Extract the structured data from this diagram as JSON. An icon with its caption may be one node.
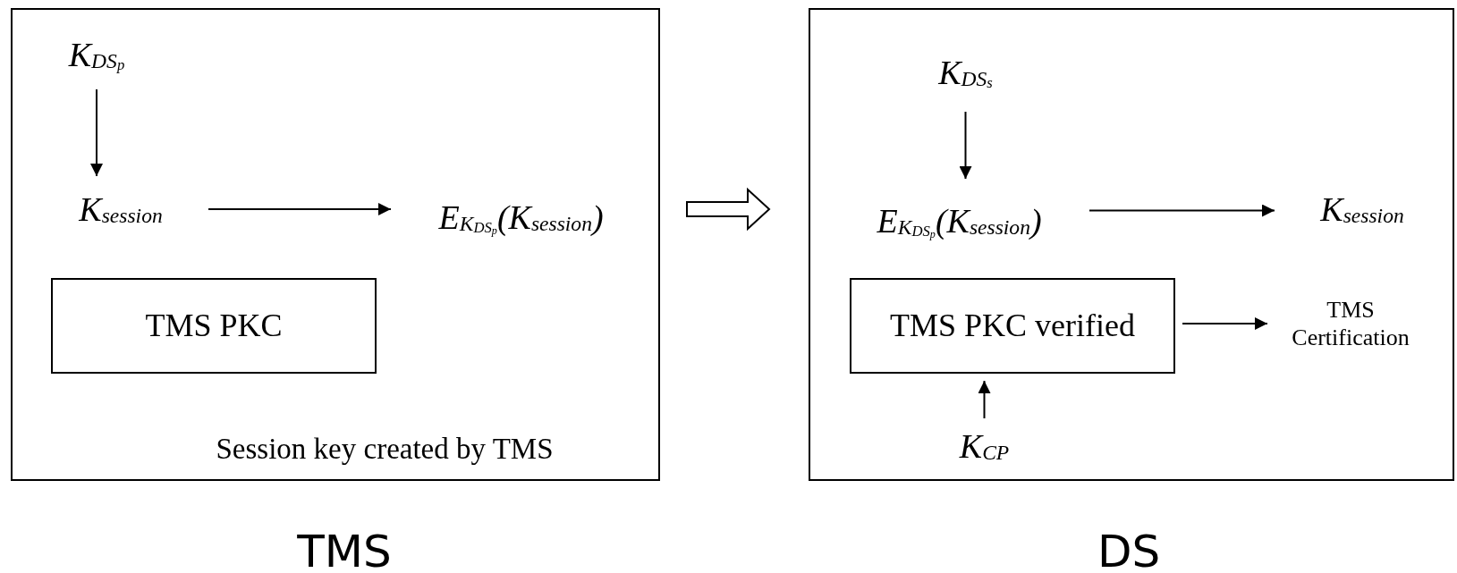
{
  "diagram": {
    "nodes": [
      {
        "text": [
          "Session key created by TMS",
          "TMS"
        ]
      },
      {
        "text": [
          "K$_{DS}$$_{p}$"
        ],
        "in": 0
      },
      {
        "text": [
          "K$_{session}$"
        ],
        "in": 0
      },
      {
        "text": [
          "E$_{K}$$_{DS}$$_{p}$(K$_{session}$)"
        ],
        "in": 0
      },
      {
        "text": [
          "TMS PKC"
        ],
        "in": 0
      },
      {
        "text": [
          "DS"
        ]
      },
      {
        "text": [
          "K$_{DS}$$_{s}$"
        ],
        "in": 5
      },
      {
        "text": [
          "E$_{K}$$_{DS}$$_{p}$(K$_{session}$)"
        ],
        "in": 5
      },
      {
        "text": [
          "K$_{session}$"
        ],
        "in": 5
      },
      {
        "text": [
          "TMS PKC verified"
        ],
        "in": 5
      },
      {
        "text": [
          "TMS Certification"
        ],
        "in": 5
      },
      {
        "text": [
          "K$_{CP}$"
        ],
        "in": 5
      }
    ],
    "edges": [
      {
        "from": 1,
        "to": 2,
        "arrow": "to"
      },
      {
        "from": 2,
        "to": 3,
        "arrow": "to"
      },
      {
        "from": 0,
        "to": 5,
        "arrow": "to",
        "style": "thick"
      },
      {
        "from": 6,
        "to": 7,
        "arrow": "to"
      },
      {
        "from": 7,
        "to": 8,
        "arrow": "to"
      },
      {
        "from": 9,
        "to": 10,
        "arrow": "to"
      },
      {
        "from": 11,
        "to": 9,
        "arrow": "to"
      }
    ]
  }
}
